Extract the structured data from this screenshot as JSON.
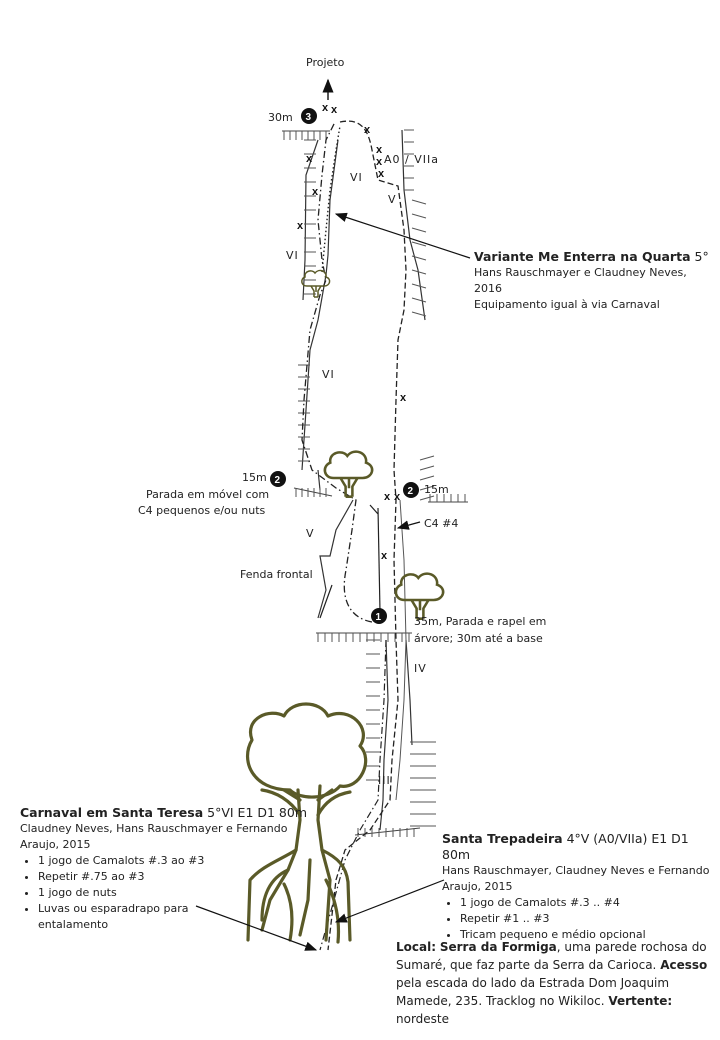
{
  "topo": {
    "project_label": "Projeto",
    "station_3": {
      "number": "3",
      "length": "30m"
    },
    "station_2_left": {
      "number": "2",
      "length": "15m",
      "note_line1": "Parada em móvel com",
      "note_line2": "C4 pequenos e/ou nuts"
    },
    "station_2_right": {
      "number": "2",
      "length": "15m"
    },
    "station_1": {
      "number": "1",
      "note_line1": "35m, Parada e rapel em",
      "note_line2": "árvore; 30m até a base"
    },
    "gear_c4": "C4 #4",
    "fenda_label": "Fenda frontal",
    "grades": {
      "a0_vii": "A0 / VIIa",
      "vi_top": "VI",
      "v_right": "V",
      "vi_left": "VI",
      "vi_mid": "VI",
      "v_low": "V",
      "iv": "IV",
      "iii": "III"
    },
    "bolt": "x"
  },
  "variante": {
    "title": "Variante Me Enterra na Quarta",
    "grade": "5°",
    "authors": "Hans Rauschmayer e Claudney Neves,",
    "year": "2016",
    "equipment": "Equipamento igual  à via Carnaval"
  },
  "carnaval": {
    "title": "Carnaval em Santa Teresa",
    "grade": "5°VI E1 D1 80m",
    "authors_line1": "Claudney Neves, Hans Rauschmayer e Fernando",
    "authors_line2": "Araujo, 2015",
    "gear": [
      "1 jogo de Camalots #.3 ao #3",
      "Repetir #.75 ao #3",
      "1 jogo de nuts",
      "Luvas ou esparadrapo para entalamento"
    ]
  },
  "trepadeira": {
    "title": "Santa Trepadeira",
    "grade": "4°V (A0/VIIa) E1 D1 80m",
    "authors_line1": "Hans Rauschmayer, Claudney Neves e Fernando",
    "authors_line2": "Araujo, 2015",
    "gear": [
      "1 jogo de Camalots #.3 .. #4",
      "Repetir #1 .. #3",
      "Tricam pequeno e médio opcional"
    ]
  },
  "info": {
    "local_label": "Local:",
    "local_name": "Serra da Formiga",
    "local_text": ", uma parede rochosa do Sumaré, que faz parte da Serra da Carioca.",
    "acesso_label": "Acesso",
    "acesso_text": " pela escada do lado da Estrada Dom Joaquim Mamede, 235. Tracklog no Wikiloc.",
    "vertente_label": "Vertente:",
    "vertente_text": " nordeste"
  },
  "colors": {
    "tree": "#5a5a28",
    "ink": "#222222",
    "badge": "#111111"
  }
}
